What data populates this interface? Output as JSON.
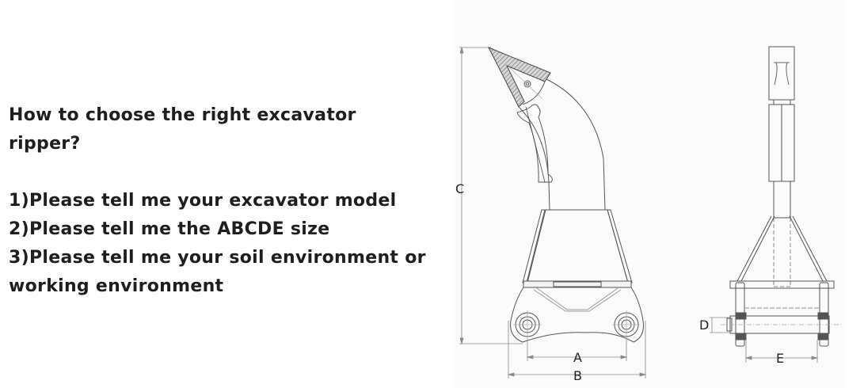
{
  "heading": {
    "line1": "How to choose the right excavator",
    "line2": "ripper?"
  },
  "steps": [
    {
      "line1": "1)Please tell me your excavator model"
    },
    {
      "line1": "2)Please tell me the ABCDE size"
    },
    {
      "line1": "3)Please tell me your soil environment or",
      "line2": "working environment"
    }
  ],
  "diagram": {
    "side_view": {
      "dimension_labels": {
        "a": "A",
        "b": "B",
        "c": "C"
      }
    },
    "front_view": {
      "dimension_labels": {
        "d": "D",
        "e": "E"
      }
    }
  },
  "colors": {
    "text": "#1e1e1e",
    "line": "#555555",
    "hatch": "#888888",
    "panel_bg": "#fbfbfb"
  }
}
